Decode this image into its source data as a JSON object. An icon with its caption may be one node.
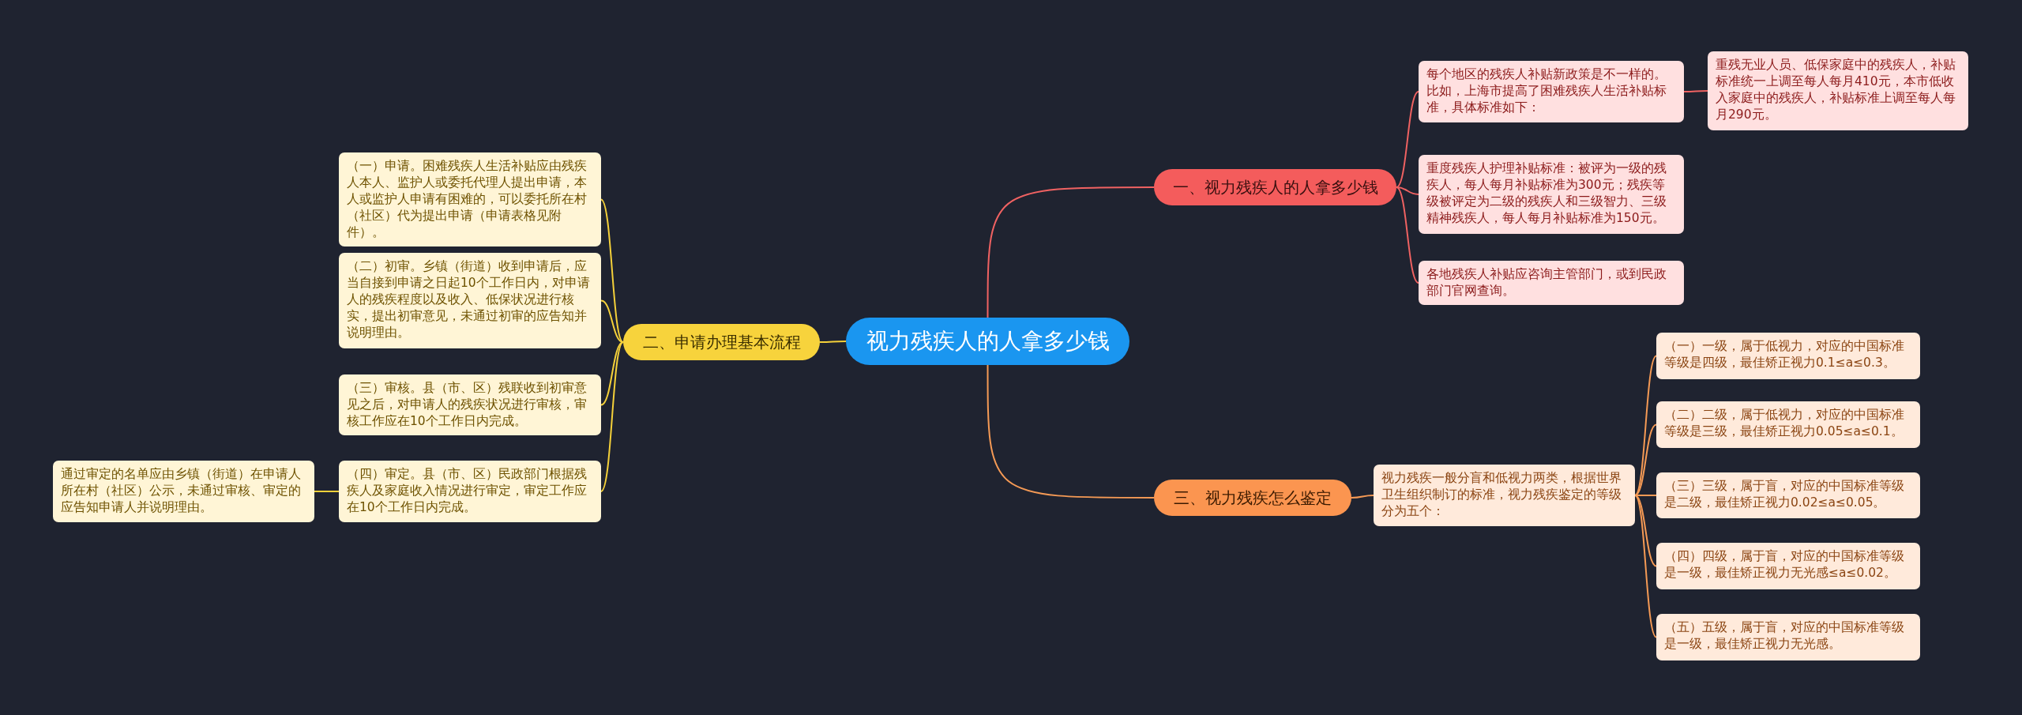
{
  "diagram": {
    "nodes": [
      {
        "text": [
          "视力残疾人的人拿多少钱"
        ]
      },
      {
        "text": [
          "一、视力残疾人的人拿多少钱"
        ]
      },
      {
        "text": [
          "每个地区的残疾人补贴新政策是不一样的。比如，上海市提高了困难残疾人生活补贴标准，具体标准如下："
        ]
      },
      {
        "text": [
          "重残无业人员、低保家庭中的残疾人，补贴标准统一上调至每人每月410元，本市低收入家庭中的残疾人，补贴标准上调至每人每月290元。"
        ]
      },
      {
        "text": [
          "重度残疾人护理补贴标准：被评为一级的残疾人，每人每月补贴标准为300元；残疾等级被评定为二级的残疾人和三级智力、三级精神残疾人，每人每月补贴标准为150元。"
        ]
      },
      {
        "text": [
          "各地残疾人补贴应咨询主管部门，或到民政部门官网查询。"
        ]
      },
      {
        "text": [
          "二、申请办理基本流程"
        ]
      },
      {
        "text": [
          "（一）申请。困难残疾人生活补贴应由残疾人本人、监护人或委托代理人提出申请，本人或监护人申请有困难的，可以委托所在村（社区）代为提出申请（申请表格见附件）。"
        ]
      },
      {
        "text": [
          "（二）初审。乡镇（街道）收到申请后，应当自接到申请之日起10个工作日内，对申请人的残疾程度以及收入、低保状况进行核实，提出初审意见，未通过初审的应告知并说明理由。"
        ]
      },
      {
        "text": [
          "（三）审核。县（市、区）残联收到初审意见之后，对申请人的残疾状况进行审核，审核工作应在10个工作日内完成。"
        ]
      },
      {
        "text": [
          "（四）审定。县（市、区）民政部门根据残疾人及家庭收入情况进行审定，审定工作应在10个工作日内完成。"
        ]
      },
      {
        "text": [
          "通过审定的名单应由乡镇（街道）在申请人所在村（社区）公示，未通过审核、审定的应告知申请人并说明理由。"
        ]
      },
      {
        "text": [
          "三、视力残疾怎么鉴定"
        ]
      },
      {
        "text": [
          "视力残疾一般分盲和低视力两类，根据世界卫生组织制订的标准，视力残疾鉴定的等级分为五个："
        ]
      },
      {
        "text": [
          "（一）一级，属于低视力，对应的中国标准等级是四级，最佳矫正视力0.1≤a≤0.3。"
        ]
      },
      {
        "text": [
          "（二）二级，属于低视力，对应的中国标准等级是三级，最佳矫正视力0.05≤a≤0.1。"
        ]
      },
      {
        "text": [
          "（三）三级，属于盲，对应的中国标准等级是二级，最佳矫正视力0.02≤a≤0.05。"
        ]
      },
      {
        "text": [
          "（四）四级，属于盲，对应的中国标准等级是一级，最佳矫正视力无光感≤a≤0.02。"
        ]
      },
      {
        "text": [
          "（五）五级，属于盲，对应的中国标准等级是一级，最佳矫正视力无光感。"
        ]
      }
    ],
    "edges": [
      {
        "from": 0,
        "to": 1,
        "arrow": "none",
        "color": "#f06262"
      },
      {
        "from": 1,
        "to": 2,
        "arrow": "none",
        "color": "#f06262"
      },
      {
        "from": 2,
        "to": 3,
        "arrow": "none",
        "color": "#f06262"
      },
      {
        "from": 1,
        "to": 4,
        "arrow": "none",
        "color": "#f06262"
      },
      {
        "from": 1,
        "to": 5,
        "arrow": "none",
        "color": "#f06262"
      },
      {
        "from": 0,
        "to": 6,
        "arrow": "none",
        "color": "#f5d13a"
      },
      {
        "from": 6,
        "to": 7,
        "arrow": "none",
        "color": "#f5d13a"
      },
      {
        "from": 6,
        "to": 8,
        "arrow": "none",
        "color": "#f5d13a"
      },
      {
        "from": 6,
        "to": 9,
        "arrow": "none",
        "color": "#f5d13a"
      },
      {
        "from": 6,
        "to": 10,
        "arrow": "none",
        "color": "#f5d13a"
      },
      {
        "from": 10,
        "to": 11,
        "arrow": "none",
        "color": "#f5d13a"
      },
      {
        "from": 0,
        "to": 12,
        "arrow": "none"
      },
      {
        "from": 12,
        "to": 13,
        "arrow": "none"
      },
      {
        "from": 13,
        "to": 14,
        "arrow": "none"
      },
      {
        "from": 13,
        "to": 15,
        "arrow": "none"
      },
      {
        "from": 13,
        "to": 16,
        "arrow": "none"
      },
      {
        "from": 13,
        "to": 17,
        "arrow": "none"
      },
      {
        "from": 13,
        "to": 18,
        "arrow": "none"
      }
    ]
  }
}
